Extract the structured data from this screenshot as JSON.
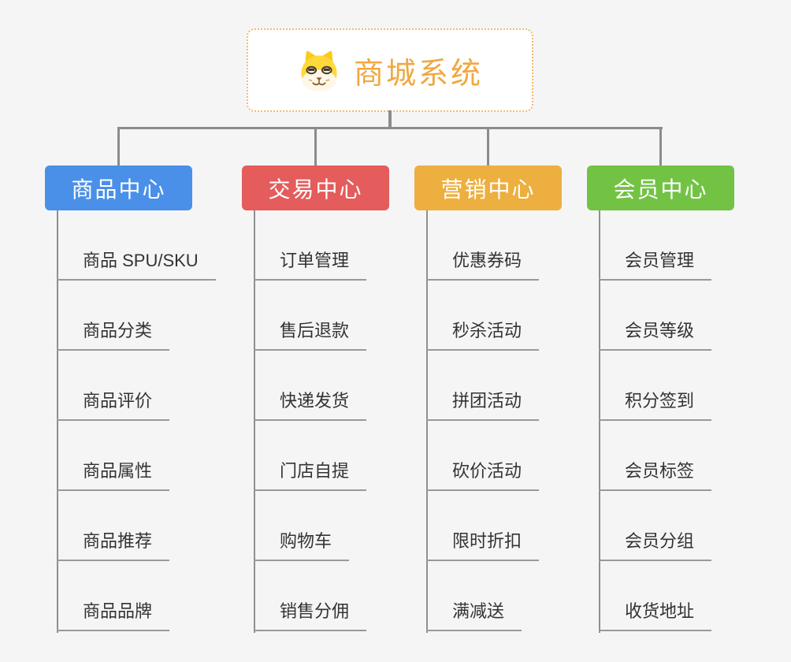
{
  "page": {
    "background": "#f5f5f6",
    "connector_color": "#8c8c8c"
  },
  "root": {
    "label": "商城系统",
    "icon": "dog-face-icon",
    "text_color": "#f0a840",
    "border_color": "#f4b86a",
    "background": "#ffffff"
  },
  "branches": [
    {
      "label": "商品中心",
      "color": "#4a90e8",
      "items": [
        "商品 SPU/SKU",
        "商品分类",
        "商品评价",
        "商品属性",
        "商品推荐",
        "商品品牌"
      ]
    },
    {
      "label": "交易中心",
      "color": "#e45c5c",
      "items": [
        "订单管理",
        "售后退款",
        "快递发货",
        "门店自提",
        "购物车",
        "销售分佣"
      ]
    },
    {
      "label": "营销中心",
      "color": "#edaf3f",
      "items": [
        "优惠券码",
        "秒杀活动",
        "拼团活动",
        "砍价活动",
        "限时折扣",
        "满减送"
      ]
    },
    {
      "label": "会员中心",
      "color": "#72c344",
      "items": [
        "会员管理",
        "会员等级",
        "积分签到",
        "会员标签",
        "会员分组",
        "收货地址"
      ]
    }
  ]
}
